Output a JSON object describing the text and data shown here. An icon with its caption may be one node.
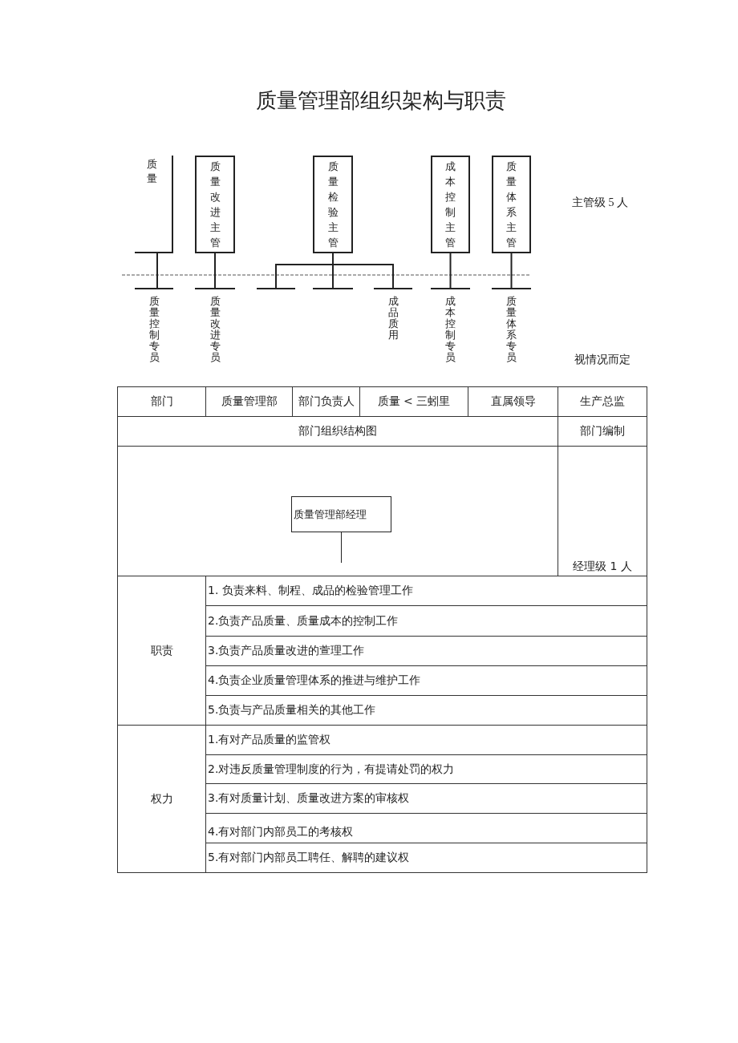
{
  "diagram": {
    "title": "质量管理部组织架构与职责",
    "nodes": [
      {
        "text": [
          "质量"
        ]
      },
      {
        "text": [
          "质量改进主管"
        ]
      },
      {
        "text": [
          "质量检验主管"
        ]
      },
      {
        "text": [
          "成本控制主管"
        ]
      },
      {
        "text": [
          "质量体系主管"
        ]
      },
      {
        "text": [
          "质量控制专员"
        ]
      },
      {
        "text": [
          "质量改进专员"
        ]
      },
      {
        "text": [],
        "shape": "bar"
      },
      {
        "text": [],
        "shape": "bar"
      },
      {
        "text": [
          "成品质用"
        ]
      },
      {
        "text": [
          "成本控制专员"
        ]
      },
      {
        "text": [
          "质量体系专员"
        ]
      },
      {
        "text": [
          "质量管理部经理"
        ]
      }
    ],
    "edges": [
      {
        "from": 0,
        "to": 5,
        "arrow": "none"
      },
      {
        "from": 1,
        "to": 6,
        "arrow": "none"
      },
      {
        "from": 2,
        "to": 7,
        "arrow": "none"
      },
      {
        "from": 2,
        "to": 8,
        "arrow": "none"
      },
      {
        "from": 2,
        "to": 9,
        "arrow": "none"
      },
      {
        "from": 3,
        "to": 10,
        "arrow": "none"
      },
      {
        "from": 4,
        "to": 11,
        "arrow": "none"
      },
      {
        "from": 12,
        "to": null,
        "arrow": "none"
      }
    ],
    "labels": [
      "主管级 5 人",
      "视情况而定",
      "部门",
      "质量管理部",
      "部门负责人",
      "质量 < 三蚓里",
      "直属领导",
      "生产总监",
      "部门组织结构图",
      "部门编制",
      "经理级 1 人",
      "职责",
      "1. 负责来料、制程、成品的检验管理工作",
      "2.负责产品质量、质量成本的控制工作",
      "3.负责产品质量改进的萱理工作",
      "4.负责企业质量管理体系的推进与维护工作",
      "5.负责与产品质量相关的其他工作",
      "权力",
      "1.有对产品质量的监管权",
      "2.对违反质量管理制度的行为，有提请处罚的权力",
      "3.有对质量计划、质量改进方案的审核权",
      "4.有对部门内部员工的考核权",
      "5.有对部门内部员工聘任、解聘的建议权"
    ]
  }
}
